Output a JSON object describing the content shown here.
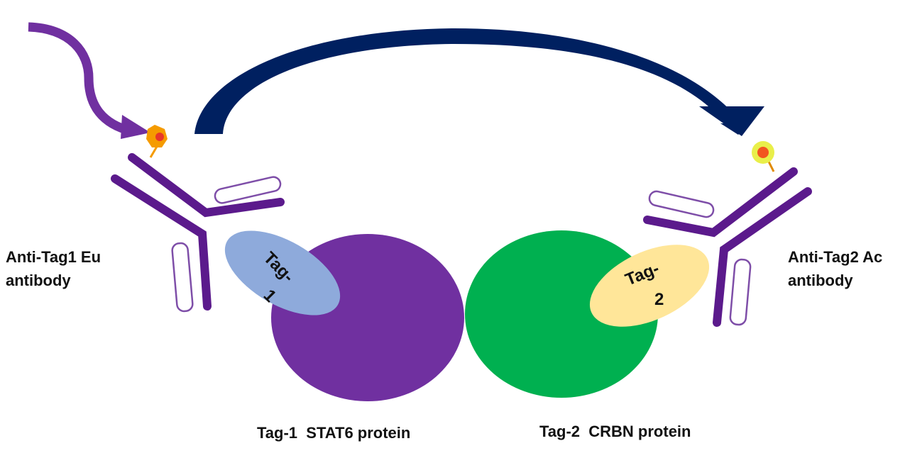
{
  "diagram": {
    "labels": {
      "left_antibody": [
        "Anti-Tag1 Eu",
        "antibody"
      ],
      "right_antibody": [
        "Anti-Tag2 Ac",
        "antibody"
      ],
      "protein1": "Tag-1  STAT6 protein",
      "protein2": "Tag-2  CRBN protein"
    },
    "tags": {
      "tag1": [
        "Tag-",
        "1"
      ],
      "tag2": [
        "Tag-",
        "2"
      ]
    },
    "colors": {
      "excitation_arrow": "#7030a0",
      "fret_arrow": "#002060",
      "antibody": "#5b1a8c",
      "stat6_protein": "#7030a0",
      "crbn_protein": "#00b050",
      "tag1": "#8eaadb",
      "tag2": "#ffe699",
      "donor_eu": "#f59b00",
      "acceptor_ac": "#e9ef4a"
    }
  }
}
